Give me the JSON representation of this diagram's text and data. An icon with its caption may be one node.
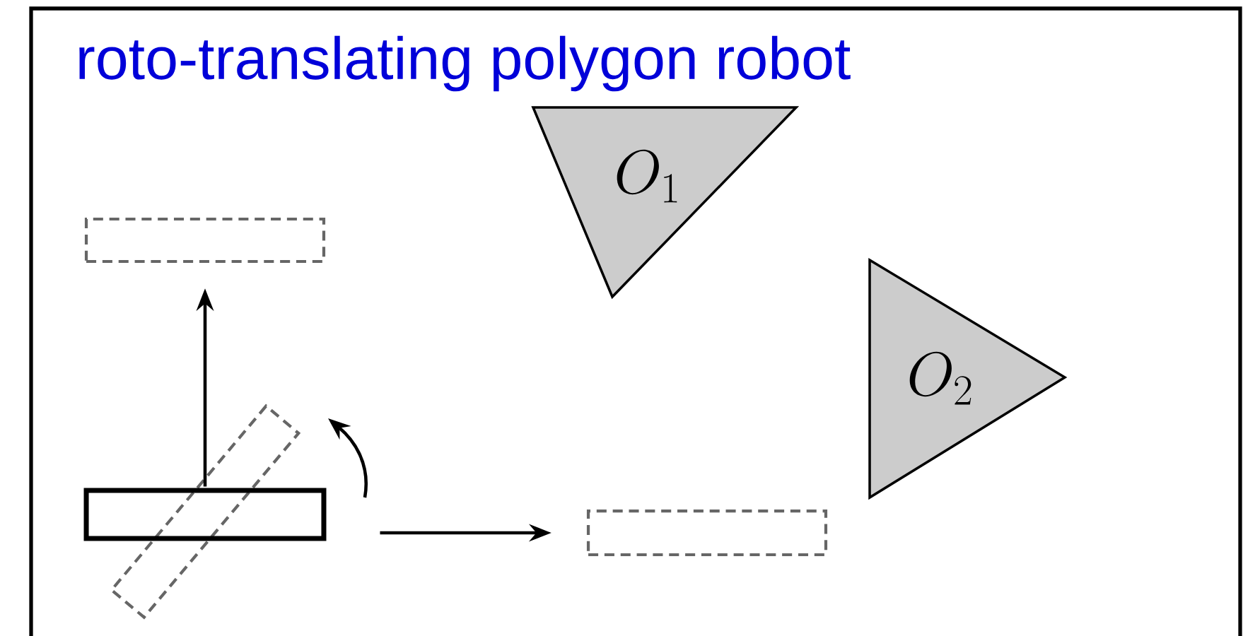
{
  "diagram": {
    "title": "roto-translating polygon robot",
    "nodes": [
      {
        "text": [
          "O_1"
        ]
      },
      {
        "text": [],
        "shape": "box"
      },
      {
        "text": [
          "O_2"
        ]
      },
      {
        "text": [],
        "shape": "box"
      },
      {
        "text": [],
        "shape": "box"
      },
      {
        "text": [],
        "shape": "box"
      }
    ],
    "edges": [
      {
        "from": 4,
        "to": 1,
        "arrow": "to"
      },
      {
        "from": 4,
        "to": 5,
        "arrow": "to"
      }
    ]
  }
}
